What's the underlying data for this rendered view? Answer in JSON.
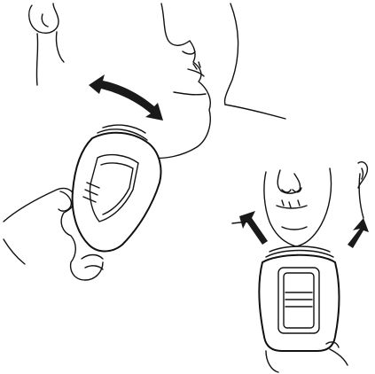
{
  "colors": {
    "background": "#ffffff",
    "line": "#111111",
    "arrow": "#1a1a1a"
  },
  "panels": [
    {
      "name": "side-shaving-panel",
      "arrow": "curved-double-headed-arrow"
    },
    {
      "name": "front-shaving-panel",
      "arrows": [
        "arrow-up-left",
        "arrow-up-right"
      ]
    }
  ]
}
